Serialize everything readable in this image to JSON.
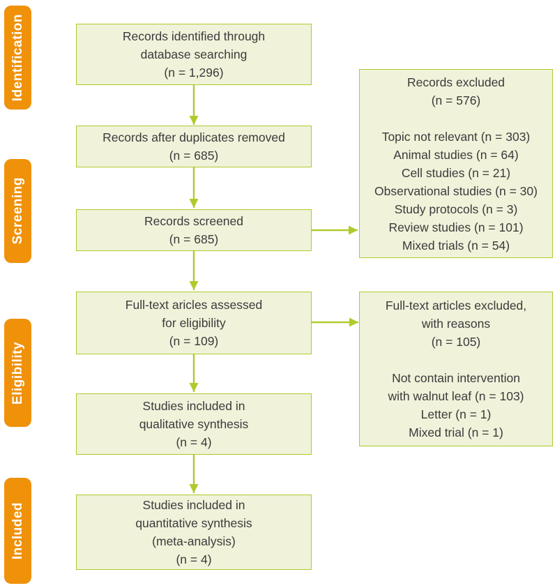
{
  "colors": {
    "stage_label_bg": "#f0910a",
    "stage_label_text": "#ffffff",
    "box_fill": "#f0f2da",
    "box_border": "#aecb2b",
    "arrow": "#aecb2b",
    "box_text": "#3b3b3b"
  },
  "stages": [
    {
      "label": "Identification"
    },
    {
      "label": "Screening"
    },
    {
      "label": "Eligibility"
    },
    {
      "label": "Included"
    }
  ],
  "flow_boxes": [
    {
      "id": "records-identified",
      "text": "Records identified through\ndatabase searching\n(n = 1,296)"
    },
    {
      "id": "records-after-duplicates",
      "text": "Records after duplicates removed\n(n = 685)"
    },
    {
      "id": "records-screened",
      "text": "Records screened\n(n = 685)"
    },
    {
      "id": "fulltext-assessed",
      "text": "Full-text aricles assessed\nfor eligibility\n(n = 109)"
    },
    {
      "id": "qualitative-synthesis",
      "text": "Studies included in\nqualitative synthesis\n(n = 4)"
    },
    {
      "id": "quantitative-synthesis",
      "text": "Studies included in\nquantitative synthesis\n(meta-analysis)\n(n = 4)"
    }
  ],
  "exclusion_boxes": [
    {
      "id": "records-excluded",
      "text": "Records excluded\n(n = 576)\n\nTopic not relevant (n = 303)\nAnimal studies (n = 64)\nCell studies (n = 21)\nObservational studies (n = 30)\nStudy protocols (n = 3)\nReview studies (n = 101)\nMixed trials (n = 54)"
    },
    {
      "id": "fulltext-excluded",
      "text": "Full-text articles excluded,\nwith reasons\n(n = 105)\n\nNot contain intervention\nwith walnut leaf (n = 103)\nLetter (n = 1)\nMixed trial (n = 1)"
    }
  ]
}
